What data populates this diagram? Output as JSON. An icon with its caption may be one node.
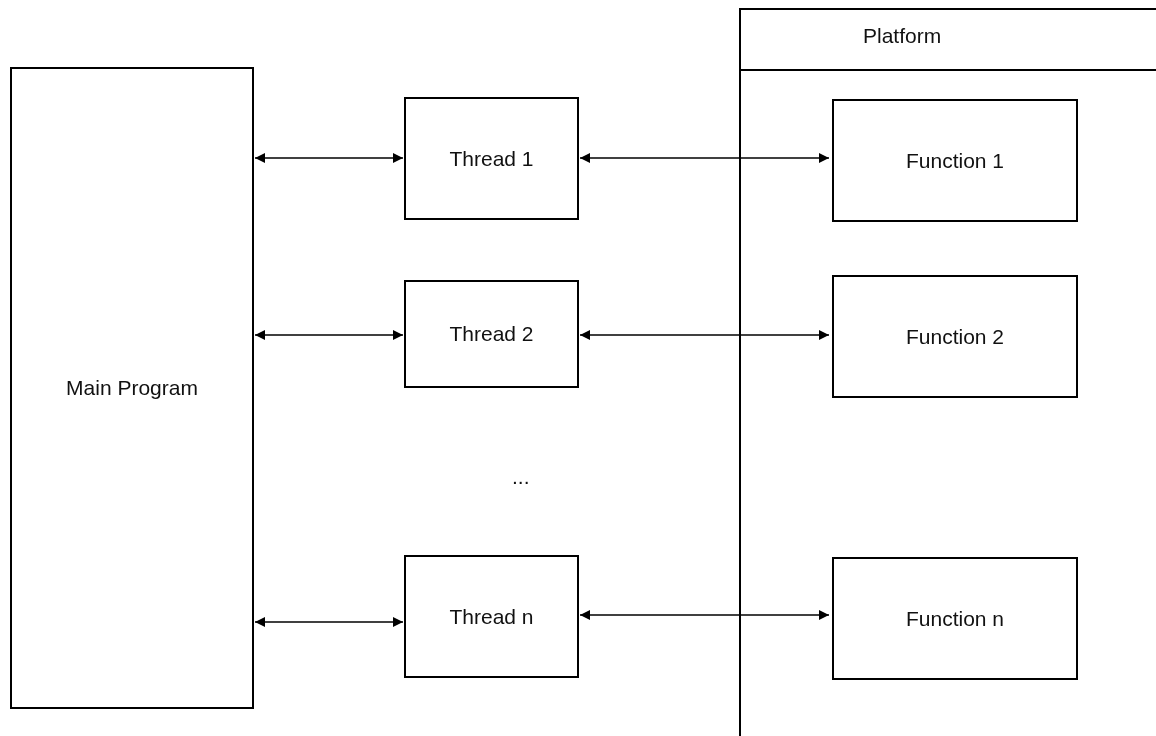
{
  "diagram": {
    "nodes": [
      {
        "text": [
          "Main Program"
        ]
      },
      {
        "text": [
          "Thread 1"
        ]
      },
      {
        "text": [
          "Thread 2"
        ]
      },
      {
        "text": [
          "Thread n"
        ]
      },
      {
        "text": [
          "Platform"
        ]
      },
      {
        "text": [
          "Function 1"
        ],
        "in": 4
      },
      {
        "text": [
          "Function 2"
        ],
        "in": 4
      },
      {
        "text": [
          "Function n"
        ],
        "in": 4
      }
    ],
    "edges": [
      {
        "from": 0,
        "to": 1,
        "arrow": "both"
      },
      {
        "from": 0,
        "to": 2,
        "arrow": "both"
      },
      {
        "from": 0,
        "to": 3,
        "arrow": "both"
      },
      {
        "from": 1,
        "to": 5,
        "arrow": "both"
      },
      {
        "from": 2,
        "to": 6,
        "arrow": "both"
      },
      {
        "from": 3,
        "to": 7,
        "arrow": "both"
      }
    ],
    "labels": [
      "..."
    ]
  }
}
